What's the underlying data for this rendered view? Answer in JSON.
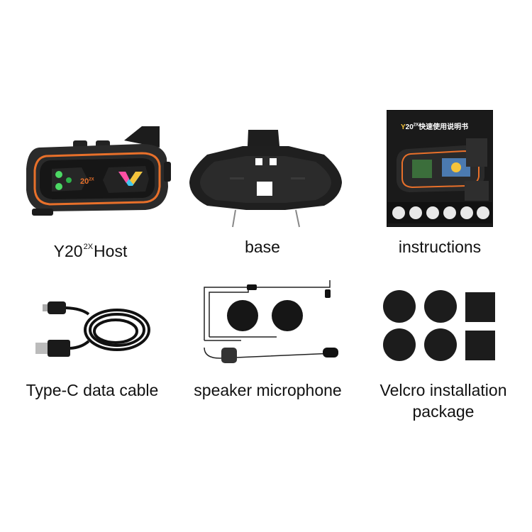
{
  "items": [
    {
      "caption_main": "Y20",
      "caption_sup": "2X",
      "caption_rest": "Host",
      "logo_text": "20",
      "logo_sup": "2X"
    },
    {
      "caption": "base"
    },
    {
      "caption": "instructions",
      "manual_title": "20",
      "manual_title_sup": "2X",
      "manual_title_cn": "快速使用说明书"
    },
    {
      "caption": "Type-C data cable"
    },
    {
      "caption": "speaker microphone"
    },
    {
      "caption_line1": "Velcro installation",
      "caption_line2": "package"
    }
  ],
  "colors": {
    "orange": "#e8702a",
    "dark": "#1a1a1a",
    "body": "#2b2b2b"
  }
}
